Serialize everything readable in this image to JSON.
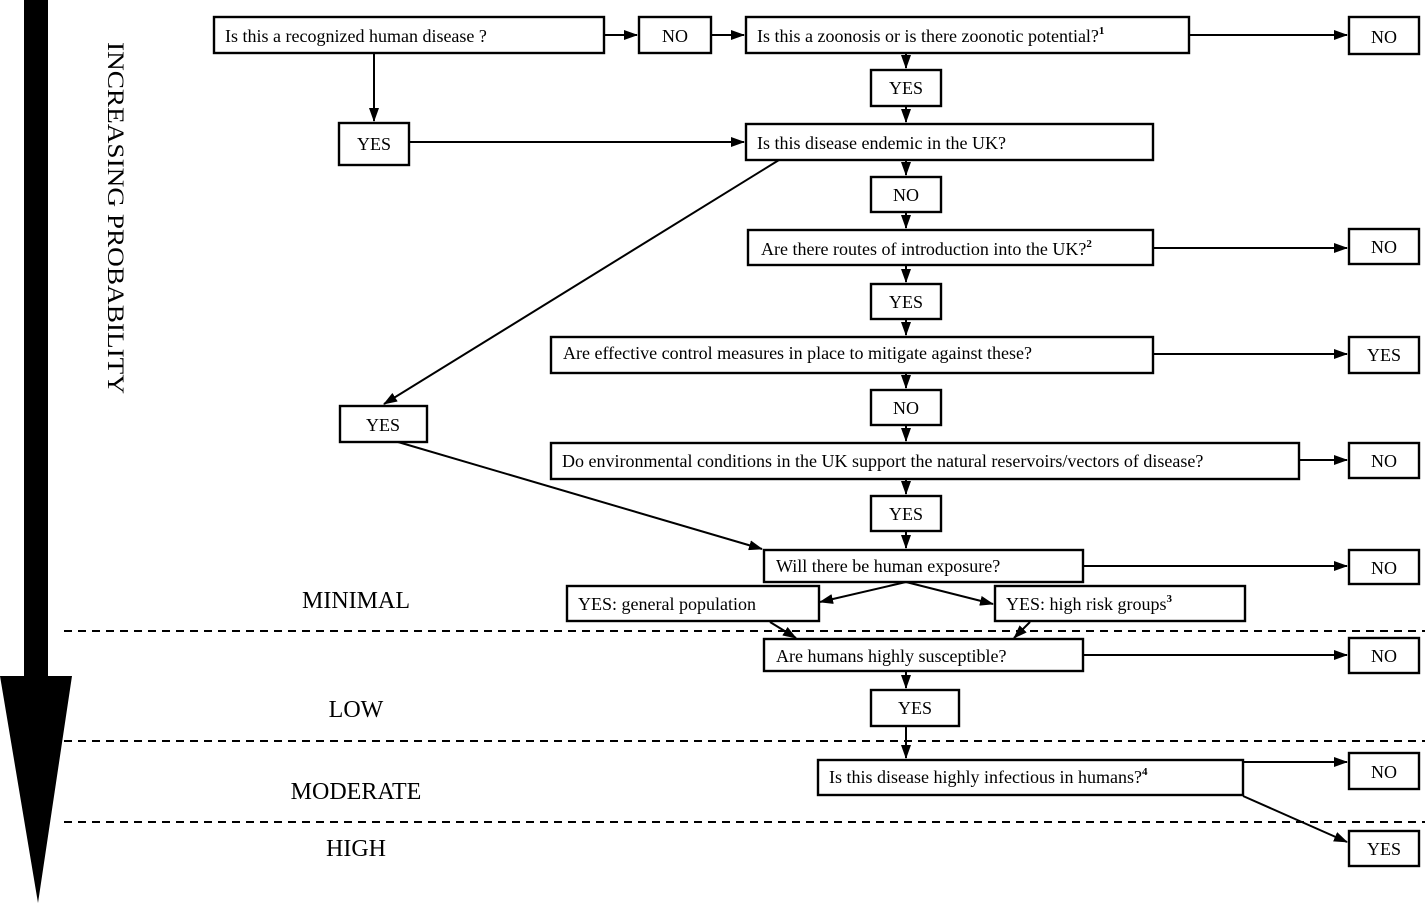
{
  "axis_label": "INCREASING PROBABILITY",
  "levels": {
    "minimal": "MINIMAL",
    "low": "LOW",
    "moderate": "MODERATE",
    "high": "HIGH"
  },
  "questions": {
    "recognized": "Is this a recognized human disease ?",
    "zoonosis": "Is this a zoonosis or is there zoonotic potential?",
    "zoonosis_note": "1",
    "endemic": "Is this disease endemic in the UK?",
    "routes": "Are there routes of introduction into the UK?",
    "routes_note": "2",
    "control": "Are effective control measures in place to mitigate against these?",
    "environment": "Do environmental conditions in the UK support the natural reservoirs/vectors of disease?",
    "exposure": "Will there be human exposure?",
    "general_pop": "YES: general population",
    "high_risk": "YES: high risk groups",
    "high_risk_note": "3",
    "susceptible": "Are humans highly susceptible?",
    "infectious": "Is this disease highly infectious in humans?",
    "infectious_note": "4"
  },
  "answers": {
    "yes": "YES",
    "no": "NO"
  }
}
